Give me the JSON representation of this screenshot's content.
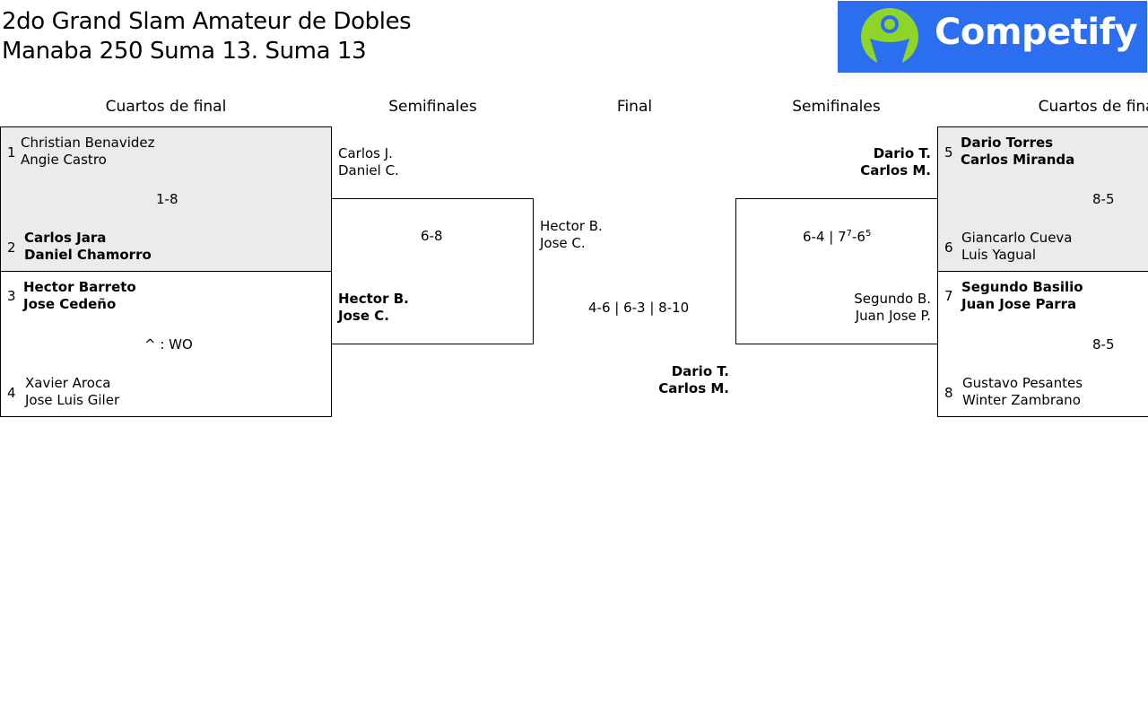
{
  "header": {
    "title_line1": "2do Grand Slam Amateur de Dobles",
    "title_line2": "Manaba 250 Suma 13. Suma 13",
    "logo_text": "Competify"
  },
  "rounds": {
    "left_qf": "Cuartos de final",
    "left_sf": "Semifinales",
    "final": "Final",
    "right_sf": "Semifinales",
    "right_qf": "Cuartos de final"
  },
  "left_qf": {
    "match1": {
      "seed_a": "1",
      "a1": "Christian Benavidez",
      "a2": "Angie Castro",
      "score": "1-8",
      "seed_b": "2",
      "b1": "Carlos Jara",
      "b2": "Daniel Chamorro"
    },
    "match2": {
      "seed_a": "3",
      "a1": "Hector Barreto",
      "a2": "Jose Cedeño",
      "score": "^ : WO",
      "seed_b": "4",
      "b1": "Xavier Aroca",
      "b2": "Jose Luis Giler"
    }
  },
  "left_sf": {
    "a1": "Carlos J.",
    "a2": "Daniel C.",
    "score": "6-8",
    "b1": "Hector B.",
    "b2": "Jose C."
  },
  "final": {
    "a1": "Hector B.",
    "a2": "Jose C.",
    "score": "4-6 | 6-3 | 8-10",
    "b1": "Dario T.",
    "b2": "Carlos M."
  },
  "right_sf": {
    "a1": "Dario T.",
    "a2": "Carlos M.",
    "score_main": "6-4 | 7",
    "score_sup1": "7",
    "score_mid": "-6",
    "score_sup2": "5",
    "b1": "Segundo B.",
    "b2": "Juan Jose P."
  },
  "right_qf": {
    "match1": {
      "seed_a": "5",
      "a1": "Dario Torres",
      "a2": "Carlos Miranda",
      "score": "8-5",
      "seed_b": "6",
      "b1": "Giancarlo Cueva",
      "b2": "Luis Yagual"
    },
    "match2": {
      "seed_a": "7",
      "a1": "Segundo Basilio",
      "a2": "Juan Jose Parra",
      "score": "8-5",
      "seed_b": "8",
      "b1": "Gustavo Pesantes",
      "b2": "Winter Zambrano"
    }
  },
  "colors": {
    "logo_bg": "#2b6ff0",
    "logo_mark": "#8fd42a",
    "shade": "#ebebeb"
  },
  "icons": {
    "logo_mark": "person-circle-icon"
  }
}
